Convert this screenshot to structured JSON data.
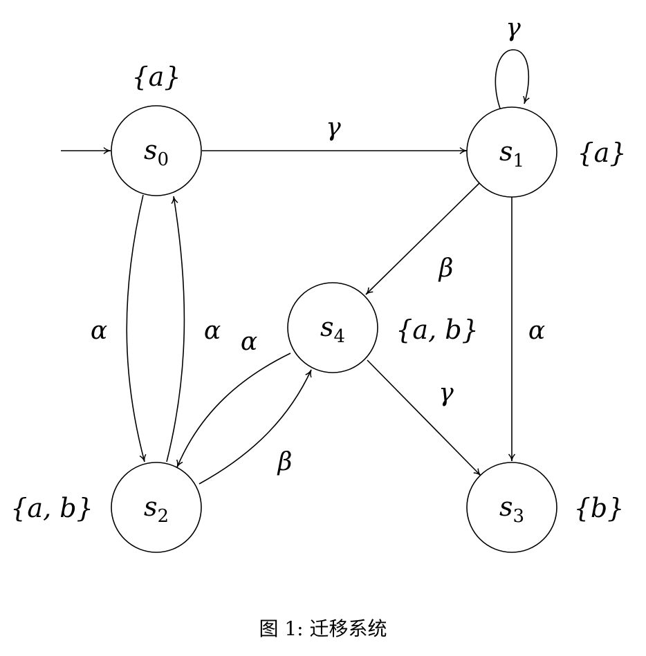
{
  "states": [
    {
      "id": "s0",
      "base": "s",
      "sub": "0",
      "label": "{a}"
    },
    {
      "id": "s1",
      "base": "s",
      "sub": "1",
      "label": "{a}"
    },
    {
      "id": "s2",
      "base": "s",
      "sub": "2",
      "label": "{a, b}"
    },
    {
      "id": "s3",
      "base": "s",
      "sub": "3",
      "label": "{b}"
    },
    {
      "id": "s4",
      "base": "s",
      "sub": "4",
      "label": "{a, b}"
    }
  ],
  "initial_state": "s0",
  "transitions": [
    {
      "from": "s0",
      "to": "s1",
      "action": "γ"
    },
    {
      "from": "s1",
      "to": "s1",
      "action": "γ"
    },
    {
      "from": "s1",
      "to": "s4",
      "action": "β"
    },
    {
      "from": "s1",
      "to": "s3",
      "action": "α"
    },
    {
      "from": "s0",
      "to": "s2",
      "action": "α"
    },
    {
      "from": "s2",
      "to": "s0",
      "action": "α"
    },
    {
      "from": "s4",
      "to": "s2",
      "action": "α"
    },
    {
      "from": "s2",
      "to": "s4",
      "action": "β"
    },
    {
      "from": "s4",
      "to": "s3",
      "action": "γ"
    }
  ],
  "caption": "图 1: 迁移系统"
}
